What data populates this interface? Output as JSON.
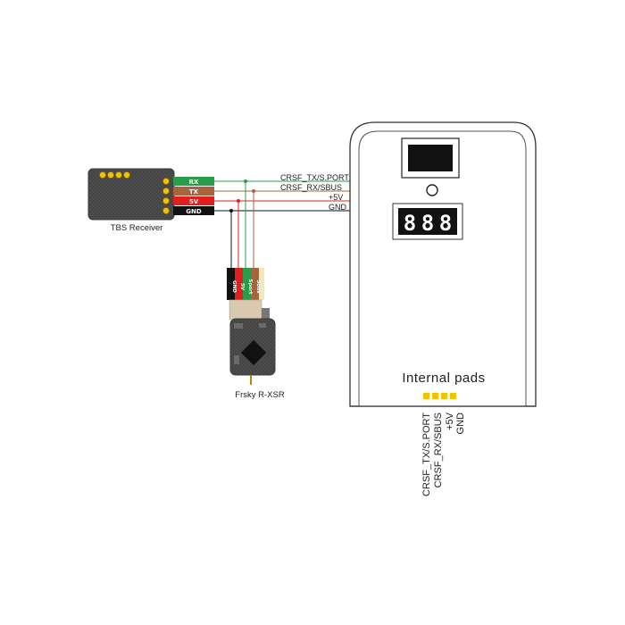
{
  "tbs": {
    "name": "TBS Receiver",
    "pins": [
      {
        "label": "RX",
        "color": "#2a9d4a"
      },
      {
        "label": "TX",
        "color": "#a8643c"
      },
      {
        "label": "5V",
        "color": "#e02020"
      },
      {
        "label": "GND",
        "color": "#111111"
      }
    ]
  },
  "signals": [
    {
      "label": "CRSF_TX/S.PORT"
    },
    {
      "label": "CRSF_RX/SBUS"
    },
    {
      "label": "+5V"
    },
    {
      "label": "GND"
    }
  ],
  "frsky": {
    "name": "Frsky R-XSR",
    "pins": [
      {
        "label": "GND",
        "color": "#111111"
      },
      {
        "label": "5V",
        "color": "#e02020"
      },
      {
        "label": "Sport",
        "color": "#2a9d4a"
      },
      {
        "label": "Sbus",
        "color": "#a8643c"
      }
    ]
  },
  "device": {
    "display_digits": [
      "8",
      "8",
      "8"
    ],
    "pads_title": "Internal pads",
    "pads_color": "#f2c200",
    "pad_labels": [
      "CRSF_TX/S.PORT",
      "CRSF_RX/SBUS",
      "+5V",
      "GND"
    ]
  },
  "colors": {
    "green": "#2a9d4a",
    "brown": "#a8643c",
    "red": "#e02020",
    "black": "#111111",
    "board": "#4a4a4a",
    "outline": "#333333"
  }
}
